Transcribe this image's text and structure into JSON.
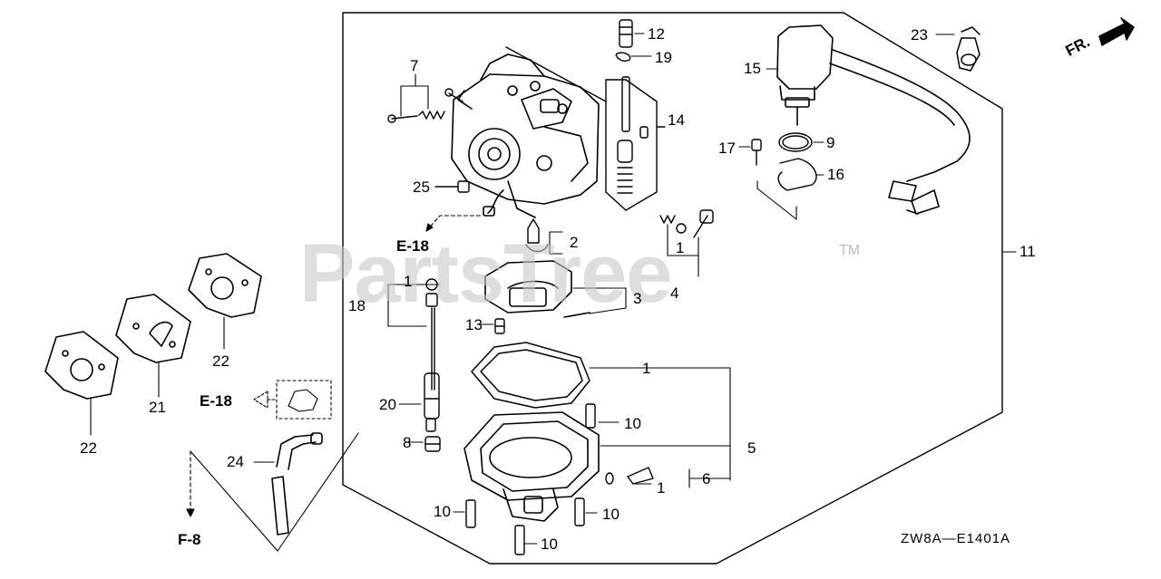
{
  "diagram": {
    "watermark": "PartsTree",
    "trademark": "TM",
    "ref_code": "ZW8A—E1401A",
    "front_indicator": "FR.",
    "refs": {
      "e18_top": "E-18",
      "e18_left": "E-18",
      "f8": "F-8"
    },
    "callouts": {
      "p1_a": "1",
      "p1_b": "1",
      "p1_c": "1",
      "p1_d": "1",
      "p2": "2",
      "p3": "3",
      "p4": "4",
      "p5": "5",
      "p6": "6",
      "p7": "7",
      "p8": "8",
      "p9": "9",
      "p10_a": "10",
      "p10_b": "10",
      "p10_c": "10",
      "p10_d": "10",
      "p11": "11",
      "p12": "12",
      "p13": "13",
      "p14": "14",
      "p15": "15",
      "p16": "16",
      "p17": "17",
      "p18": "18",
      "p19": "19",
      "p20": "20",
      "p21": "21",
      "p22_a": "22",
      "p22_b": "22",
      "p23": "23",
      "p24": "24",
      "p25": "25"
    }
  }
}
